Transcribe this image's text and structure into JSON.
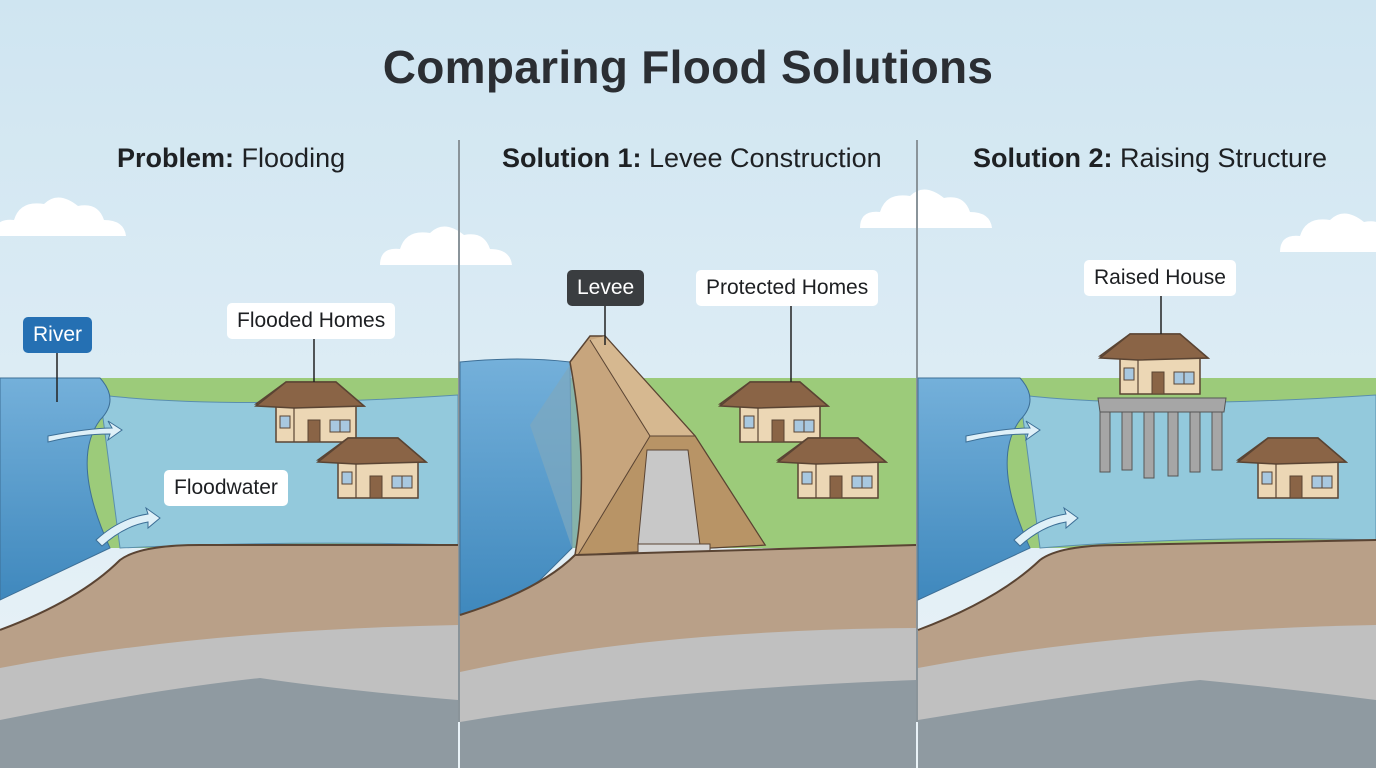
{
  "title": "Comparing Flood Solutions",
  "panels": [
    {
      "heading_bold": "Problem:",
      "heading_rest": " Flooding",
      "labels": {
        "river": "River",
        "flooded_homes": "Flooded Homes",
        "floodwater": "Floodwater"
      }
    },
    {
      "heading_bold": "Solution 1:",
      "heading_rest": " Levee Construction",
      "labels": {
        "levee": "Levee",
        "protected_homes": "Protected Homes"
      }
    },
    {
      "heading_bold": "Solution 2:",
      "heading_rest": " Raising Structure",
      "labels": {
        "raised_house": "Raised House"
      }
    }
  ],
  "colors": {
    "sky": "#d6e8f2",
    "river": "#5b9fd0",
    "floodwater": "#93c9dc",
    "grass": "#9ccb7a",
    "soil": "#b9a088",
    "gravel": "#c0c0c0",
    "bedrock": "#8f9aa1",
    "roof": "#8a6446",
    "wall": "#ecd7b5",
    "river_label": "#2570b3",
    "levee_label": "#3a3d40"
  }
}
